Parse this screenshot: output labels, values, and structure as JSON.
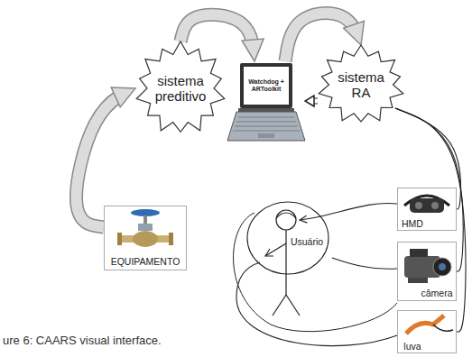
{
  "diagram": {
    "caption": "ure 6: CAARS visual interface.",
    "nodes": [
      {
        "text": [
          "sistema preditivo"
        ]
      },
      {
        "text": [
          "Watchdog + ARToolkit"
        ]
      },
      {
        "text": [
          "sistema RA"
        ]
      },
      {
        "text": [
          "EQUIPAMENTO"
        ]
      },
      {
        "text": [
          "HMD"
        ]
      },
      {
        "text": [
          "Usuário"
        ]
      },
      {
        "text": [
          "câmera"
        ]
      },
      {
        "text": [
          "luva"
        ]
      }
    ],
    "edges": [
      {
        "from": 3,
        "to": 0,
        "arrow": "to"
      },
      {
        "from": 0,
        "to": 1,
        "arrow": "to"
      },
      {
        "from": 1,
        "to": 2,
        "arrow": "to"
      },
      {
        "from": 2,
        "to": 1,
        "arrow": "to"
      },
      {
        "from": 2,
        "to": 4,
        "arrow": "none"
      },
      {
        "from": 2,
        "to": 6,
        "arrow": "none"
      },
      {
        "from": 2,
        "to": 7,
        "arrow": "none"
      }
    ]
  }
}
